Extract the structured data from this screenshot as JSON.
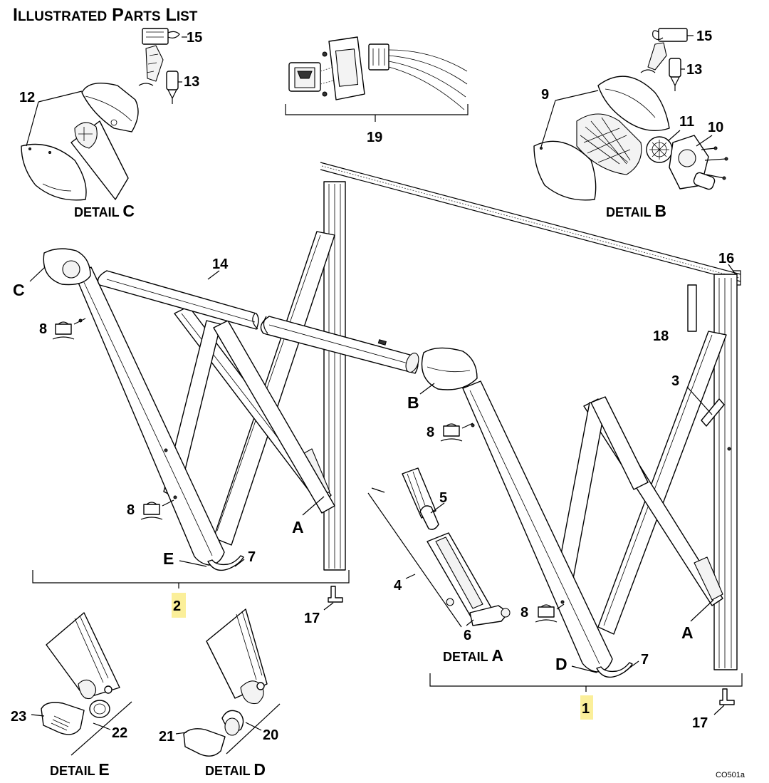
{
  "title": {
    "first_cap": "I",
    "first_rest": "LLUSTRATED",
    "second_cap": "P",
    "second_rest": "ARTS",
    "third_cap": "L",
    "third_rest": "IST"
  },
  "image_code": "CO501a",
  "details": {
    "c": {
      "word": "DETAIL",
      "letter": "C"
    },
    "b": {
      "word": "DETAIL",
      "letter": "B"
    },
    "a": {
      "word": "DETAIL",
      "letter": "A"
    },
    "e": {
      "word": "DETAIL",
      "letter": "E"
    },
    "d": {
      "word": "DETAIL",
      "letter": "D"
    }
  },
  "callouts": {
    "n15_left": "15",
    "n13_left": "13",
    "n12": "12",
    "n19": "19",
    "n15_right": "15",
    "n13_right": "13",
    "n9": "9",
    "n11": "11",
    "n10": "10",
    "n16": "16",
    "n14": "14",
    "n18": "18",
    "n3": "3",
    "n8_a": "8",
    "n8_b": "8",
    "n8_c": "8",
    "n8_d": "8",
    "n5": "5",
    "n4": "4",
    "n6": "6",
    "n7_left": "7",
    "n7_right": "7",
    "n2": "2",
    "n1": "1",
    "n17_left": "17",
    "n17_right": "17",
    "n23": "23",
    "n22": "22",
    "n21": "21",
    "n20": "20"
  },
  "letters": {
    "c": "C",
    "b": "B",
    "a_left": "A",
    "a_right": "A",
    "e": "E",
    "d": "D"
  },
  "highlight_color": "#fbef9a"
}
